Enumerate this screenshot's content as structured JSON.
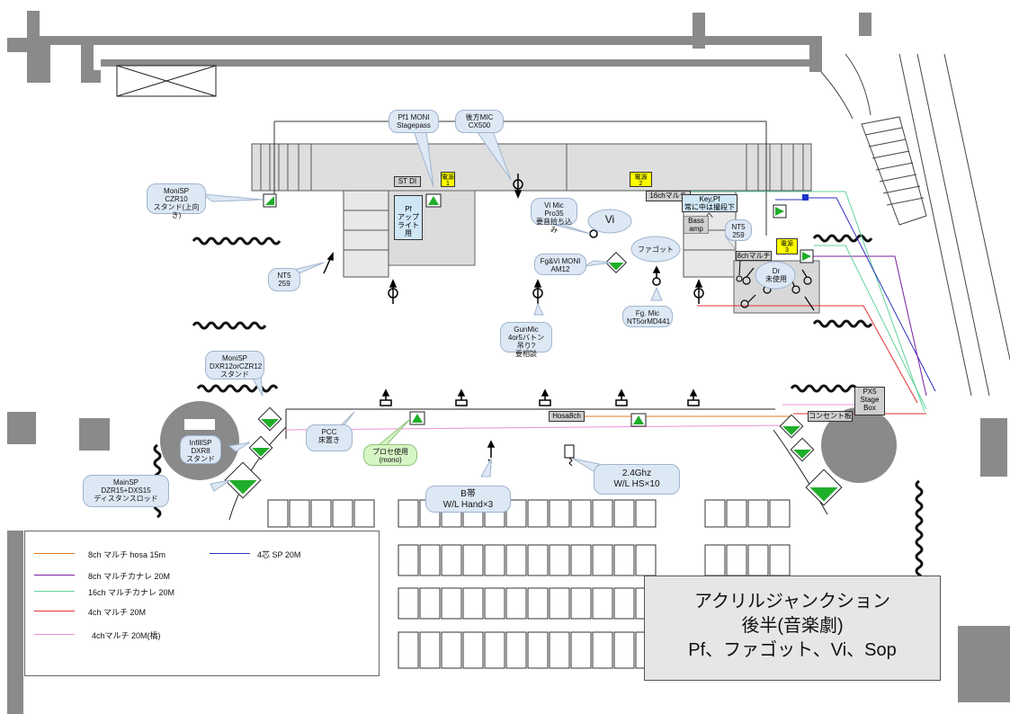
{
  "labels": {
    "pf1_moni": "Pf1 MONI\nStagepass",
    "rear_mic": "後方MIC\nCX500",
    "moni_sp_left": "MoniSP\nCZR10\nスタンド(上向き)",
    "st_di": "ST DI",
    "power1": "電源\n1",
    "power2": "電源\n2",
    "power3": "電源\n3",
    "pf_light": "Pf\nアップ\nライト用",
    "vi_mic": "Vi Mic\nPro35\n要音拾ち込み",
    "vi": "Vi",
    "ch16_multi": "16chマルチ",
    "key_pf": "Key,Pf\n常に中は撮段下へ",
    "bass_amp": "Bass\namp",
    "nt5_right": "NT5\n259",
    "ch8_multi": "8chマルチ",
    "dr": "Dr\n未使用",
    "fagott": "ファゴット",
    "fg_vi_moni": "Fg&Vi MONI\nAM12",
    "nt5_left": "NT5\n259",
    "fg_mic": "Fg. Mic\nNT5orMD441",
    "gun_mic": "GunMic\n4or5バトン吊り?\n要相談",
    "moni_sp_dxr": "MoniSP\nDXR12orCZR12\nスタンド",
    "px5": "PX5\nStage\nBox",
    "concent": "コンセント板",
    "hosa8ch": "Hosa8ch",
    "pcc": "PCC\n床置き",
    "infill_sp": "InfillSP\nDXR8\nスタンド",
    "prosei": "プロセ使用\n(mono)",
    "main_sp": "MainSP\nDZR15+DXS15\nディスタンスロッド",
    "b_band": "B帯\nW/L Hand×3",
    "ghz": "2.4Ghz\nW/L HS×10"
  },
  "legend": [
    {
      "label": "8ch マルチ hosa 15m",
      "color": "#e07b20"
    },
    {
      "label": "8ch マルチカナレ 20M",
      "color": "#7a1fa2"
    },
    {
      "label": "16ch マルチカナレ 20M",
      "color": "#5fd39a"
    },
    {
      "label": "4ch マルチ 20M",
      "color": "#e03030"
    },
    {
      "label": "4chマルチ 20M(橋)",
      "color": "#f08fd8"
    },
    {
      "label": "4芯 SP 20M",
      "color": "#3030c0"
    }
  ],
  "title": {
    "line1": "アクリルジャンクション",
    "line2": "後半(音楽劇)",
    "line3": "Pf、ファゴット、Vi、Sop"
  }
}
